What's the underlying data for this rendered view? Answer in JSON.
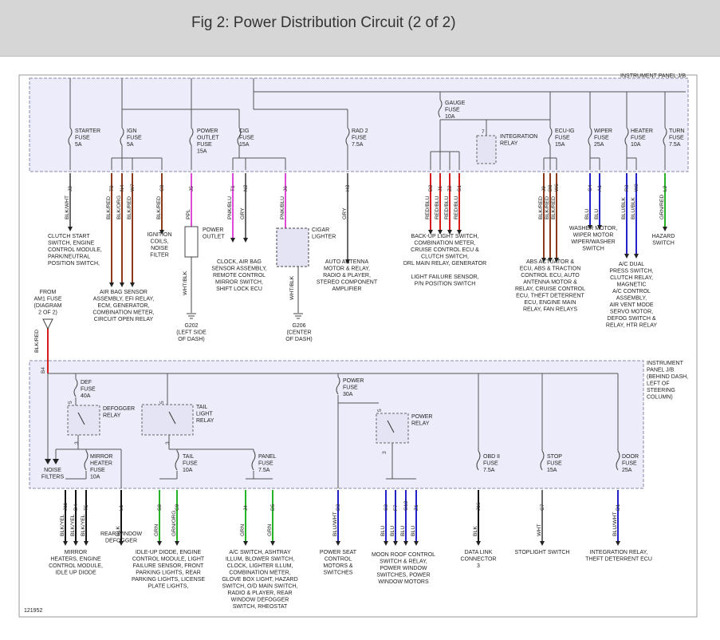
{
  "header": {
    "title": "Fig 2: Power Distribution Circuit (2 of 2)"
  },
  "colors": {
    "header_bg": "#d6d6d6",
    "jb_fill": "#ececfa",
    "jb_border": "#8888aa",
    "wire_brown": "#8b3a1a",
    "wire_red": "#d41d1d",
    "wire_blue": "#2323c8",
    "wire_magenta": "#e048d8",
    "wire_green": "#27b327",
    "wire_yellow": "#e2e227",
    "wire_gray": "#6a6a6a",
    "wire_black": "#111111"
  },
  "diagram": {
    "top_panel_label": "INSTRUMENT PANEL J/B",
    "top_fuses": {
      "starter": [
        "STARTER",
        "FUSE",
        "5A"
      ],
      "ign": [
        "IGN",
        "FUSE",
        "5A"
      ],
      "power_outlet": [
        "POWER",
        "OUTLET",
        "FUSE",
        "15A"
      ],
      "cig": [
        "CIG",
        "FUSE",
        "15A"
      ],
      "rad2": [
        "RAD 2",
        "FUSE",
        "7.5A"
      ],
      "gauge": [
        "GAUGE",
        "FUSE",
        "10A"
      ],
      "integration": [
        "INTEGRATION",
        "RELAY"
      ],
      "ecu_ig": [
        "ECU-IG",
        "FUSE",
        "15A"
      ],
      "wiper": [
        "WIPER",
        "FUSE",
        "25A"
      ],
      "heater": [
        "HEATER",
        "FUSE",
        "10A"
      ],
      "turn": [
        "TURN",
        "FUSE",
        "7.5A"
      ]
    },
    "top_pins": [
      "J3",
      "T8",
      "N4",
      "W7",
      "C8",
      "J5",
      "T1",
      "N2",
      "J6",
      "H3",
      "D2",
      "J1",
      "Z2",
      "S1",
      "J9",
      "D8",
      "W6",
      "C4",
      "A1",
      "R3",
      "W2",
      "L2"
    ],
    "integration_pin": "7",
    "top_wire_colors": [
      "BLK/WHT",
      "BLK/RED",
      "BLK/ORG",
      "BLK/RED",
      "BLK/RED",
      "PPL",
      "PNK/BLU",
      "GRY",
      "PNK/BLU",
      "GRY",
      "RED/BLU",
      "RED/BLU",
      "RED/BLU",
      "RED/BLU",
      "BLK/RED",
      "BLK/RED",
      "BLK/RED",
      "BLU",
      "BLU",
      "BLU/BLK",
      "BLU/BLK",
      "GRN/RED"
    ],
    "top_components": {
      "power_outlet": [
        "POWER",
        "OUTLET"
      ],
      "cigar_lighter": [
        "CIGAR",
        "LIGHTER"
      ],
      "g202": [
        "G202",
        "(LEFT SIDE",
        "OF DASH)"
      ],
      "g206": [
        "G206",
        "(CENTER",
        "OF DASH)"
      ],
      "ground_wire_1": "WHT/BLK",
      "ground_wire_2": "WHT/BLK"
    },
    "top_destinations": {
      "clutch": [
        "CLUTCH START",
        "SWITCH, ENGINE",
        "CONTROL MODULE,",
        "PARK/NEUTRAL",
        "POSITION SWITCH,"
      ],
      "airbag": [
        "AIR BAG SENSOR",
        "ASSEMBLY, EFI RELAY,",
        "ECM, GENERATOR,",
        "COMBINATION METER,",
        "CIRCUIT OPEN RELAY"
      ],
      "ignition": [
        "IGNITION",
        "COILS,",
        "NOISE",
        "FILTER"
      ],
      "clock": [
        "CLOCK, AIR BAG",
        "SENSOR ASSEMBLY,",
        "REMOTE CONTROL",
        "MIRROR SWITCH,",
        "SHIFT LOCK ECU"
      ],
      "antenna": [
        "AUTO ANTENNA",
        "MOTOR & RELAY,",
        "RADIO & PLAYER,",
        "STEREO COMPONENT",
        "AMPLIFIER"
      ],
      "backup": [
        "BACK-UP LIGHT SWITCH,",
        "COMBINATION METER,",
        "CRUISE CONTROL ECU &",
        "CLUTCH SWITCH,",
        "DRL MAIN RELAY, GENERATOR",
        "",
        "LIGHT FAILURE SENSOR,",
        "P/N POSITION SWITCH"
      ],
      "abs": [
        "ABS ACTUATOR &",
        "ECU, ABS & TRACTION",
        "CONTROL ECU, AUTO",
        "ANTENNA MOTOR &",
        "RELAY, CRUISE CONTROL",
        "ECU, THEFT DETERRENT",
        "ECU, ENGINE MAIN",
        "RELAY, FAN RELAYS"
      ],
      "washer": [
        "WASHER MOTOR,",
        "WIPER MOTOR",
        "WIPER/WASHER",
        "SWITCH"
      ],
      "ac_dual": [
        "A/C DUAL",
        "PRESS SWITCH,",
        "CLUTCH RELAY,",
        "MAGNETIC",
        "A/C CONTROL",
        "ASSEMBLY,",
        "AIR VENT MODE",
        "SERVO MOTOR,",
        "DEFOG SWITCH &",
        "RELAY, HTR RELAY"
      ],
      "hazard": [
        "HAZARD",
        "SWITCH"
      ]
    },
    "from_am1": [
      "FROM",
      "AM1 FUSE",
      "(DIAGRAM",
      "2 OF 2)"
    ],
    "am1_wire": "BLK/RED",
    "am1_pin": "B4",
    "bottom_panel_label": [
      "INSTRUMENT",
      "PANEL J/B",
      "(BEHIND DASH,",
      "LEFT OF",
      "STEERING",
      "COLUMN)"
    ],
    "bottom_fuses": {
      "def": [
        "DEF",
        "FUSE",
        "40A"
      ],
      "defogger_relay": [
        "DEFOGGER",
        "RELAY"
      ],
      "tail_relay": [
        "TAIL",
        "LIGHT",
        "RELAY"
      ],
      "power": [
        "POWER",
        "FUSE",
        "30A"
      ],
      "power_relay": [
        "POWER",
        "RELAY"
      ],
      "mirror": [
        "MIRROR",
        "HEATER",
        "FUSE",
        "10A"
      ],
      "tail": [
        "TAIL",
        "FUSE",
        "10A"
      ],
      "panel": [
        "PANEL",
        "FUSE",
        "7.5A"
      ],
      "obd": [
        "OBD II",
        "FUSE",
        "7.5A"
      ],
      "stop": [
        "STOP",
        "FUSE",
        "15A"
      ],
      "door": [
        "DOOR",
        "FUSE",
        "25A"
      ],
      "noise_filters": [
        "NOISE",
        "FILTERS"
      ]
    },
    "relay_pins": [
      "5",
      "3",
      "5",
      "3",
      "5",
      "3"
    ],
    "bottom_pins": [
      "J11",
      "D4",
      "T5",
      "L1",
      "S8",
      "C9",
      "J4",
      "D5",
      "D3",
      "S3",
      "F7",
      "G13",
      "Z1",
      "J16",
      "C7",
      "D1"
    ],
    "bottom_wire_colors": [
      "BLK/YEL",
      "BLK/YEL",
      "BLK/YEL",
      "BLK",
      "GRN",
      "GRN/ORG",
      "GRN",
      "GRN",
      "BLU/WHT",
      "BLU",
      "BLU",
      "BLU",
      "BLU",
      "BLK",
      "WHT",
      "BLU/WHT"
    ],
    "bottom_destinations": {
      "mirror": [
        "MIRROR",
        "HEATERS, ENGINE",
        "CONTROL MODULE,",
        "IDLE UP DIODE"
      ],
      "rear_window": [
        "REAR WINDOW",
        "DEFOGGER"
      ],
      "idle": [
        "IDLE-UP DIODE, ENGINE",
        "CONTROL MODULE, LIGHT",
        "FAILURE SENSOR, FRONT",
        "PARKING LIGHTS, REAR",
        "PARKING LIGHTS, LICENSE",
        "PLATE LIGHTS,"
      ],
      "ac_switch": [
        "A/C SWITCH, ASHTRAY",
        "ILLUM, BLOWER SWITCH,",
        "CLOCK, LIGHTER ILLUM,",
        "COMBINATION METER,",
        "GLOVE BOX LIGHT, HAZARD",
        "SWITCH, O/D MAIN SWITCH,",
        "RADIO & PLAYER, REAR",
        "WINDOW DEFOGGER",
        "SWITCH, RHEOSTAT"
      ],
      "power_seat": [
        "POWER SEAT",
        "CONTROL",
        "MOTORS &",
        "SWITCHES"
      ],
      "moon_roof": [
        "MOON ROOF CONTROL",
        "SWITCH & RELAY,",
        "POWER WINDOW",
        "SWITCHES, POWER",
        "WINDOW MOTORS"
      ],
      "data_link": [
        "DATA LINK",
        "CONNECTOR",
        "3"
      ],
      "stoplight": [
        "STOPLIGHT SWITCH"
      ],
      "integration": [
        "INTEGRATION RELAY,",
        "THEFT DETERRENT ECU"
      ]
    },
    "figure_number": "121952"
  }
}
